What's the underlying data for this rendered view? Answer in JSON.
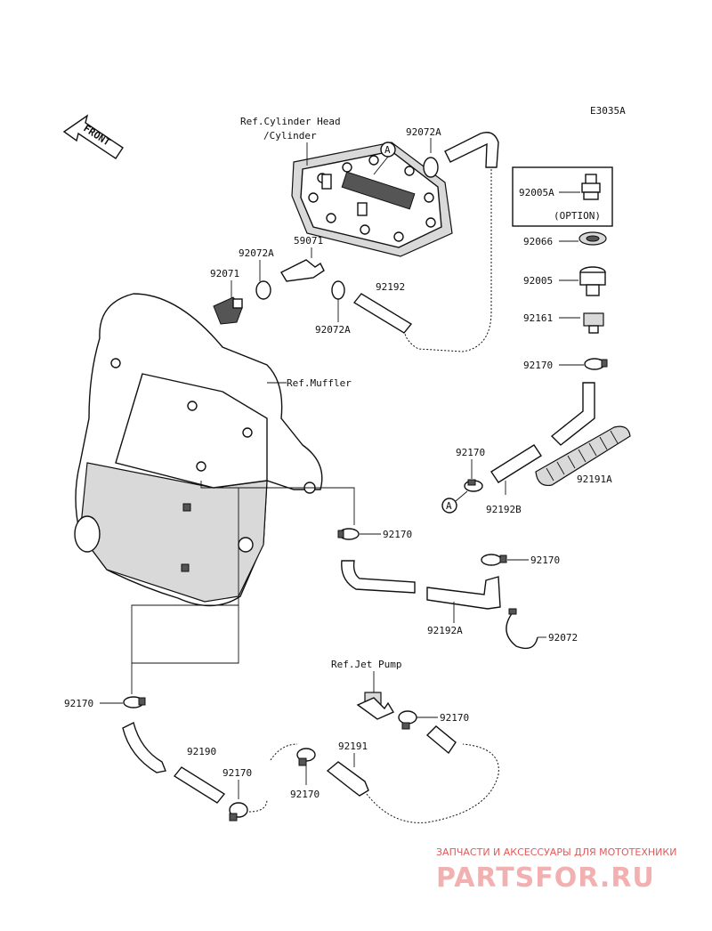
{
  "diagram_code": "E3035A",
  "front_label": "FRONT",
  "refs": {
    "cylinder_head": "Ref.Cylinder Head",
    "cylinder": "/Cylinder",
    "muffler": "Ref.Muffler",
    "jet_pump": "Ref.Jet Pump"
  },
  "option_label": "(OPTION)",
  "callout_a": "A",
  "parts": {
    "p92072A_top": "92072A",
    "p92005A": "92005A",
    "p92066": "92066",
    "p92005": "92005",
    "p92161": "92161",
    "p92170_r1": "92170",
    "p92072A_left": "92072A",
    "p59071": "59071",
    "p92071": "92071",
    "p92192": "92192",
    "p92072A_mid": "92072A",
    "p92170_mid": "92170",
    "p92192B": "92192B",
    "p92191A": "92191A",
    "p92170_center": "92170",
    "p92170_r2": "92170",
    "p92192A": "92192A",
    "p92072": "92072",
    "p92170_left": "92170",
    "p92190": "92190",
    "p92170_low": "92170",
    "p92170_bottom": "92170",
    "p92191": "92191",
    "p92170_jet": "92170"
  },
  "watermark": {
    "line1": "ЗАПЧАСТИ И АКСЕССУАРЫ ДЛЯ МОТОТЕХНИКИ",
    "line2": "PARTSFOR.RU"
  }
}
